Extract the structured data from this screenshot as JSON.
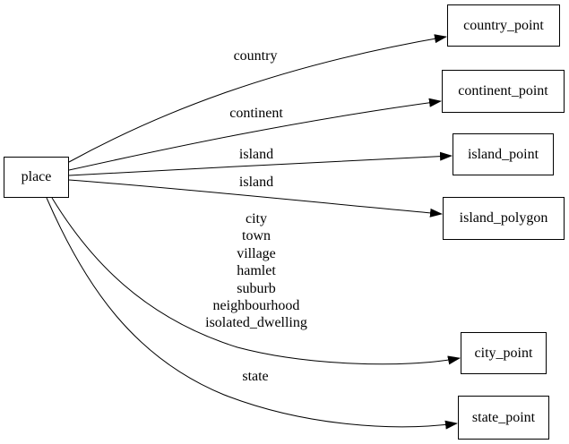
{
  "diagram_type": "directed-graph",
  "colors": {
    "background": "#ffffff",
    "node_border": "#000000",
    "node_fill": "#ffffff",
    "edge": "#000000",
    "text": "#000000"
  },
  "nodes": {
    "place": {
      "label": "place"
    },
    "country_point": {
      "label": "country_point"
    },
    "continent_point": {
      "label": "continent_point"
    },
    "island_point": {
      "label": "island_point"
    },
    "island_polygon": {
      "label": "island_polygon"
    },
    "city_point": {
      "label": "city_point"
    },
    "state_point": {
      "label": "state_point"
    }
  },
  "edge_labels": {
    "country": "country",
    "continent": "continent",
    "island_to_point": "island",
    "island_to_polygon": "island",
    "city_lines": [
      "city",
      "town",
      "village",
      "hamlet",
      "suburb",
      "neighbourhood",
      "isolated_dwelling"
    ],
    "state": "state"
  },
  "edges": [
    {
      "from": "place",
      "to": "country_point",
      "label": "country"
    },
    {
      "from": "place",
      "to": "continent_point",
      "label": "continent"
    },
    {
      "from": "place",
      "to": "island_point",
      "label": "island"
    },
    {
      "from": "place",
      "to": "island_polygon",
      "label": "island"
    },
    {
      "from": "place",
      "to": "city_point",
      "label": "city town village hamlet suburb neighbourhood isolated_dwelling"
    },
    {
      "from": "place",
      "to": "state_point",
      "label": "state"
    }
  ]
}
